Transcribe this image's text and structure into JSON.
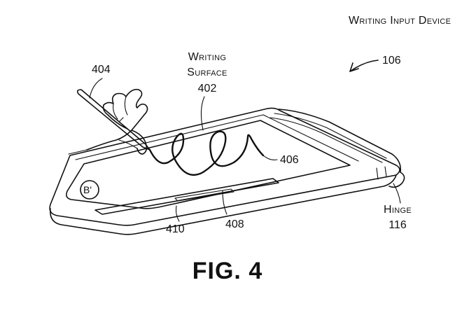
{
  "labels": {
    "device_title": "Writing Input Device",
    "device_ref": "106",
    "surface_title_1": "Writing",
    "surface_title_2": "Surface",
    "surface_ref": "402",
    "stylus_ref": "404",
    "stroke_ref": "406",
    "button_mark": "B'",
    "slot_left_ref": "410",
    "slot_ref": "408",
    "hinge_title": "Hinge",
    "hinge_ref": "116"
  },
  "caption": "FIG. 4"
}
